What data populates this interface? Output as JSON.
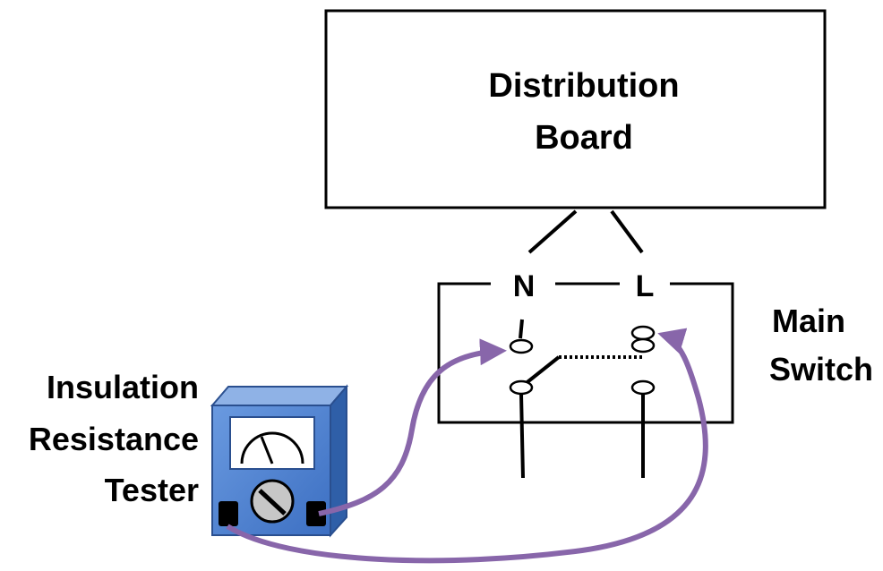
{
  "diagram": {
    "distribution_board": {
      "line1": "Distribution",
      "line2": "Board"
    },
    "neutral_label": "N",
    "live_label": "L",
    "main_switch": {
      "line1": "Main",
      "line2": "Switch"
    },
    "tester": {
      "line1": "Insulation",
      "line2": "Resistance",
      "line3": "Tester"
    },
    "colors": {
      "lead": "#8866aa",
      "tester_front": "#4a7fd0",
      "tester_top": "#8fb2e6",
      "tester_side": "#2f5fa8",
      "line": "#000000"
    },
    "icons": [
      "meter-dial-icon",
      "adjustment-knob-icon",
      "terminal-icon"
    ]
  }
}
